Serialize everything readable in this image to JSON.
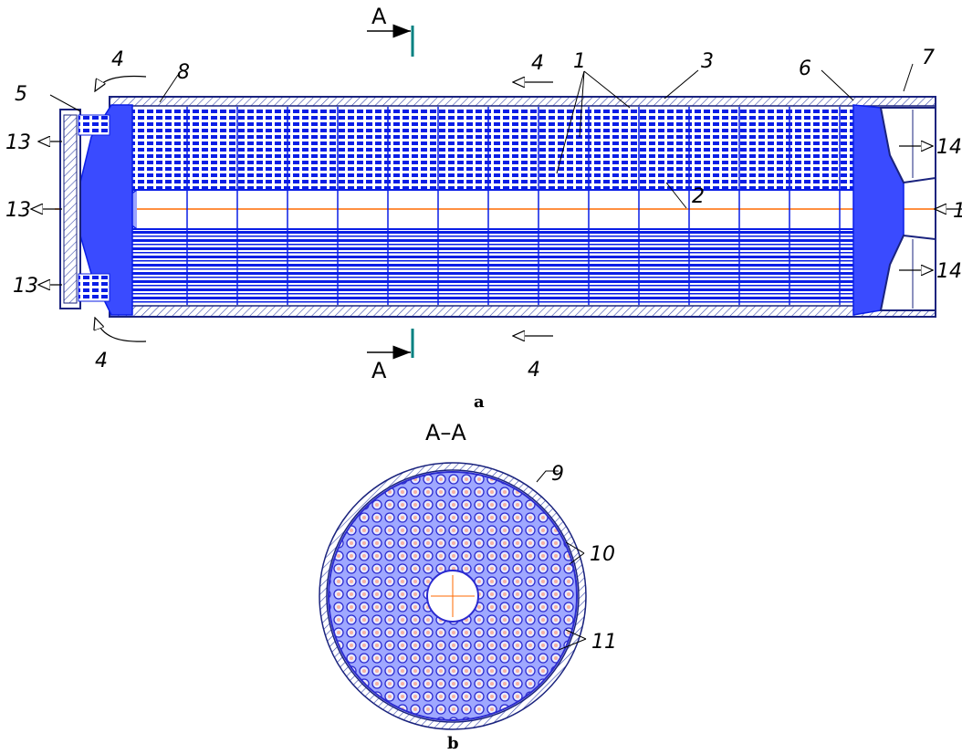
{
  "section_marker": "A",
  "section_title": "A–A",
  "captions": {
    "top": "a",
    "bottom": "b"
  },
  "labels": {
    "l1": "1",
    "l2": "2",
    "l3": "3",
    "l4": "4",
    "l5": "5",
    "l6": "6",
    "l7": "7",
    "l8": "8",
    "l9": "9",
    "l10": "10",
    "l11": "11",
    "l12": "1",
    "l13": "13",
    "l14": "14"
  },
  "colors": {
    "tube": "#0a1ee6",
    "outline": "#1a237e",
    "axis": "#ff6a00",
    "section_mark": "#008080",
    "hatch": "#5c6bc0"
  }
}
